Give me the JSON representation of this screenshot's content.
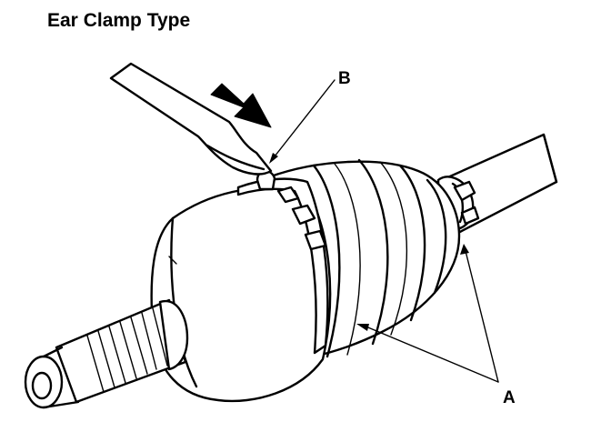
{
  "title": "Ear Clamp Type",
  "callouts": {
    "a": "A",
    "b": "B"
  },
  "icons": {
    "push_arrow": "arrow-down-right-icon"
  },
  "colors": {
    "ink": "#000000",
    "paper": "#ffffff"
  }
}
